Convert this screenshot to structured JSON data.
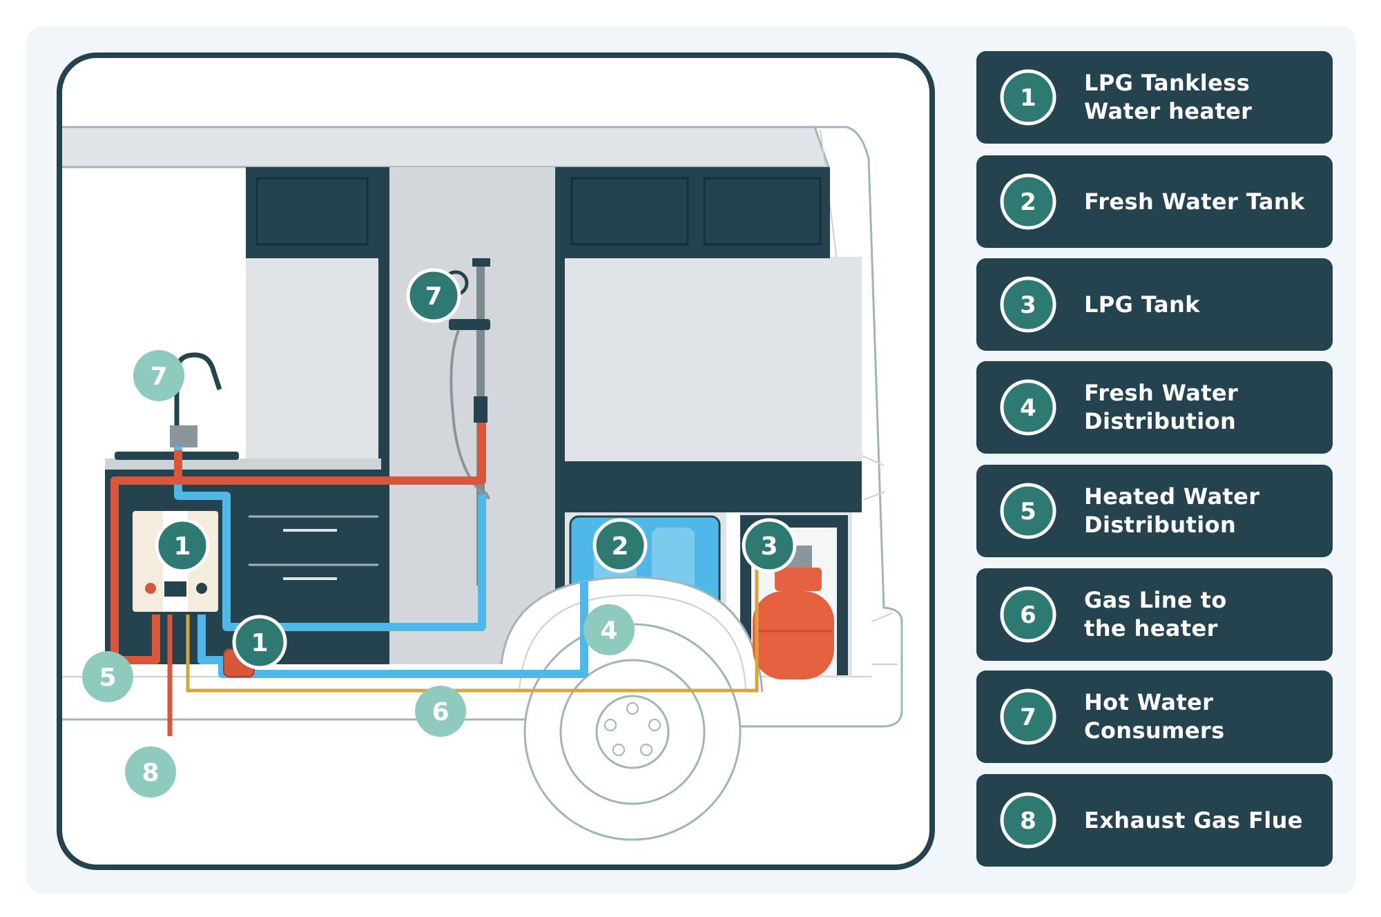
{
  "legend": [
    {
      "number": "1",
      "label": "LPG Tankless\nWater heater"
    },
    {
      "number": "2",
      "label": "Fresh Water Tank"
    },
    {
      "number": "3",
      "label": "LPG Tank"
    },
    {
      "number": "4",
      "label": "Fresh Water\nDistribution"
    },
    {
      "number": "5",
      "label": "Heated Water\nDistribution"
    },
    {
      "number": "6",
      "label": "Gas Line to\nthe heater"
    },
    {
      "number": "7",
      "label": "Hot Water\nConsumers"
    },
    {
      "number": "8",
      "label": "Exhaust Gas Flue"
    }
  ],
  "markers": {
    "heater": "1",
    "heater_outlet": "1",
    "fresh_tank": "2",
    "lpg_tank": "3",
    "fresh_distribution": "4",
    "heated_distribution": "5",
    "gas_line": "6",
    "shower": "7",
    "sink_faucet": "7",
    "flue": "8"
  },
  "colors": {
    "dark_teal": "#24434f",
    "marker_teal": "#2e7a72",
    "light_teal": "#8fcabf",
    "hot_water_red": "#d9563a",
    "cold_water_blue": "#4fb8e8",
    "gas_line_yellow": "#d9a43a"
  }
}
